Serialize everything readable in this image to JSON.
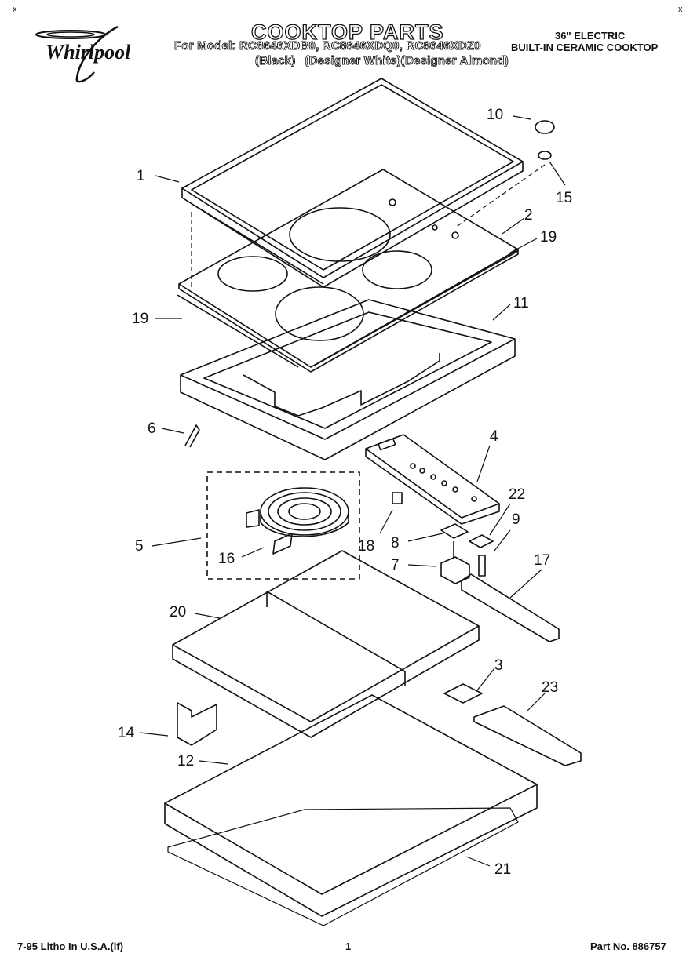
{
  "header": {
    "brand": "Whirlpool",
    "title": "COOKTOP PARTS",
    "models_line": "For Model: RC8646XDB0, RC8646XDQ0, RC8646XDZ0",
    "variants": [
      "(Black)",
      "(Designer White)",
      "(Designer Almond)"
    ],
    "product_type_line1": "36\" ELECTRIC",
    "product_type_line2": "BUILT-IN CERAMIC COOKTOP"
  },
  "footer": {
    "litho": "7-95 Litho In U.S.A.(lf)",
    "page_number": "1",
    "part_no": "Part No. 886757"
  },
  "callouts": {
    "c1": "1",
    "c2": "2",
    "c3": "3",
    "c4": "4",
    "c5": "5",
    "c6": "6",
    "c7": "7",
    "c8": "8",
    "c9": "9",
    "c10": "10",
    "c11": "11",
    "c12": "12",
    "c14": "14",
    "c15": "15",
    "c16": "16",
    "c17": "17",
    "c18": "18",
    "c19a": "19",
    "c19b": "19",
    "c20": "20",
    "c21": "21",
    "c22": "22",
    "c23": "23"
  },
  "corner_marks": [
    "x",
    "x"
  ]
}
